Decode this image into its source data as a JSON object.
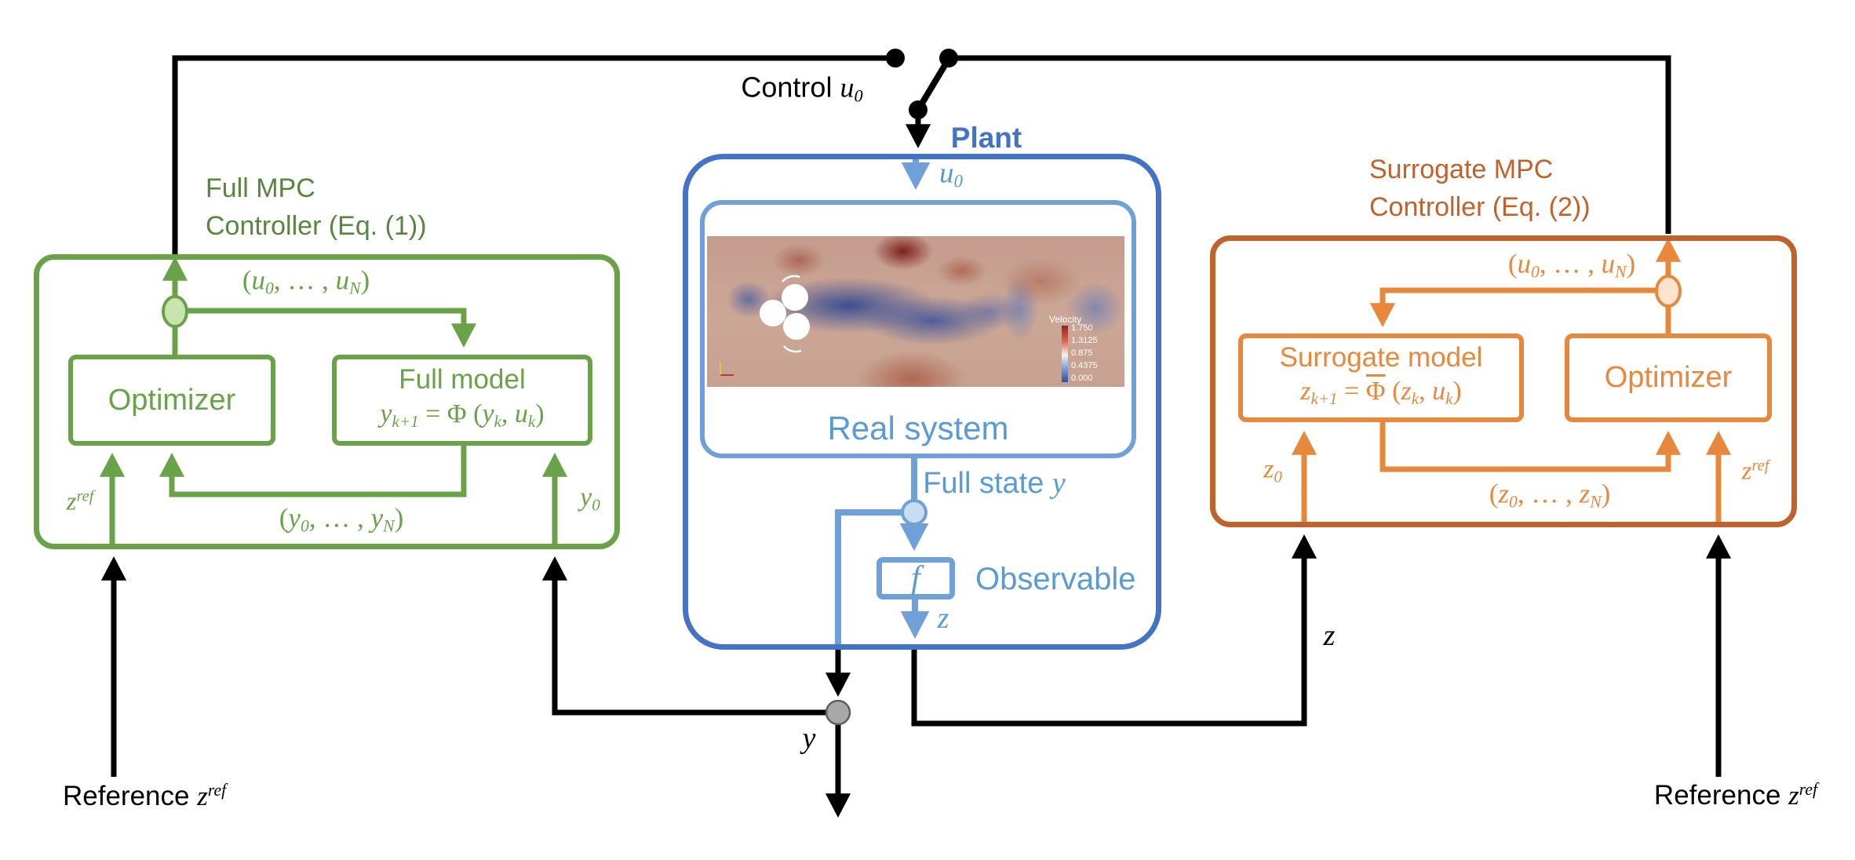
{
  "colors": {
    "green": "#6aa24a",
    "green_fill": "#c9e3ae",
    "blue_dark": "#4472c4",
    "blue_light": "#6fa0d8",
    "blue_node_fill": "#c7ddf1",
    "orange": "#e8883d",
    "orange_dark": "#c0622b",
    "orange_node_fill": "#fce4d0",
    "black": "#000000",
    "gray_node": "#a8a8a8"
  },
  "switch": {
    "control_label": [
      {
        "t": "Control ",
        "s": "w"
      },
      {
        "t": "u",
        "s": "i"
      },
      {
        "t": "0",
        "s": "sub"
      }
    ]
  },
  "full_mpc": {
    "title_line1": "Full MPC",
    "title_line2": "Controller (Eq. (1))",
    "u_sequence": [
      {
        "t": "("
      },
      {
        "t": "u",
        "s": "i"
      },
      {
        "t": "0",
        "s": "sub"
      },
      {
        "t": ", … , "
      },
      {
        "t": "u",
        "s": "i"
      },
      {
        "t": "N",
        "s": "sub"
      },
      {
        "t": ")"
      }
    ],
    "optimizer_label": "Optimizer",
    "model_title": "Full model",
    "model_equation": [
      {
        "t": "y",
        "s": "i"
      },
      {
        "t": "k+1",
        "s": "sub"
      },
      {
        "t": " = Φ ("
      },
      {
        "t": "y",
        "s": "i"
      },
      {
        "t": "k",
        "s": "sub"
      },
      {
        "t": ", "
      },
      {
        "t": "u",
        "s": "i"
      },
      {
        "t": "k",
        "s": "sub"
      },
      {
        "t": ")"
      }
    ],
    "zref_label": [
      {
        "t": "z",
        "s": "i"
      },
      {
        "t": "ref",
        "s": "sup"
      }
    ],
    "y_sequence": [
      {
        "t": "("
      },
      {
        "t": "y",
        "s": "i"
      },
      {
        "t": "0",
        "s": "sub"
      },
      {
        "t": ", … , "
      },
      {
        "t": "y",
        "s": "i"
      },
      {
        "t": "N",
        "s": "sub"
      },
      {
        "t": ")"
      }
    ],
    "y0_label": [
      {
        "t": "y",
        "s": "i"
      },
      {
        "t": "0",
        "s": "sub"
      }
    ]
  },
  "plant": {
    "title": "Plant",
    "u0_label": [
      {
        "t": "u",
        "s": "i"
      },
      {
        "t": "0",
        "s": "sub"
      }
    ],
    "real_system_label": "Real system",
    "full_state_label": [
      {
        "t": "Full state ",
        "s": "w"
      },
      {
        "t": "y",
        "s": "i"
      }
    ],
    "f_label": [
      {
        "t": "f",
        "s": "i"
      }
    ],
    "observable_label": "Observable",
    "z_label": [
      {
        "t": "z",
        "s": "i"
      }
    ],
    "velocity_legend": {
      "title": "Velocity",
      "ticks": [
        "1.750",
        "1.3125",
        "0.875",
        "0.4375",
        "0.000"
      ]
    }
  },
  "surrogate_mpc": {
    "title_line1": "Surrogate MPC",
    "title_line2": "Controller (Eq. (2))",
    "u_sequence": [
      {
        "t": "("
      },
      {
        "t": "u",
        "s": "i"
      },
      {
        "t": "0",
        "s": "sub"
      },
      {
        "t": ", … , "
      },
      {
        "t": "u",
        "s": "i"
      },
      {
        "t": "N",
        "s": "sub"
      },
      {
        "t": ")"
      }
    ],
    "model_title": "Surrogate model",
    "model_equation": [
      {
        "t": "z",
        "s": "i"
      },
      {
        "t": "k+1",
        "s": "sub"
      },
      {
        "t": " = "
      },
      {
        "t": "Φ",
        "s": "bar"
      },
      {
        "t": " ("
      },
      {
        "t": "z",
        "s": "i"
      },
      {
        "t": "k",
        "s": "sub"
      },
      {
        "t": ", "
      },
      {
        "t": "u",
        "s": "i"
      },
      {
        "t": "k",
        "s": "sub"
      },
      {
        "t": ")"
      }
    ],
    "optimizer_label": "Optimizer",
    "z0_label": [
      {
        "t": "z",
        "s": "i"
      },
      {
        "t": "0",
        "s": "sub"
      }
    ],
    "z_sequence": [
      {
        "t": "("
      },
      {
        "t": "z",
        "s": "i"
      },
      {
        "t": "0",
        "s": "sub"
      },
      {
        "t": ", … , "
      },
      {
        "t": "z",
        "s": "i"
      },
      {
        "t": "N",
        "s": "sub"
      },
      {
        "t": ")"
      }
    ],
    "zref_label": [
      {
        "t": "z",
        "s": "i"
      },
      {
        "t": "ref",
        "s": "sup"
      }
    ]
  },
  "signals": {
    "reference_left": [
      {
        "t": "Reference ",
        "s": "w"
      },
      {
        "t": "z",
        "s": "i"
      },
      {
        "t": "ref",
        "s": "sup"
      }
    ],
    "reference_right": [
      {
        "t": "Reference ",
        "s": "w"
      },
      {
        "t": "z",
        "s": "i"
      },
      {
        "t": "ref",
        "s": "sup"
      }
    ],
    "y_output": [
      {
        "t": "y",
        "s": "i"
      }
    ],
    "z_feedback": [
      {
        "t": "z",
        "s": "i"
      }
    ]
  }
}
